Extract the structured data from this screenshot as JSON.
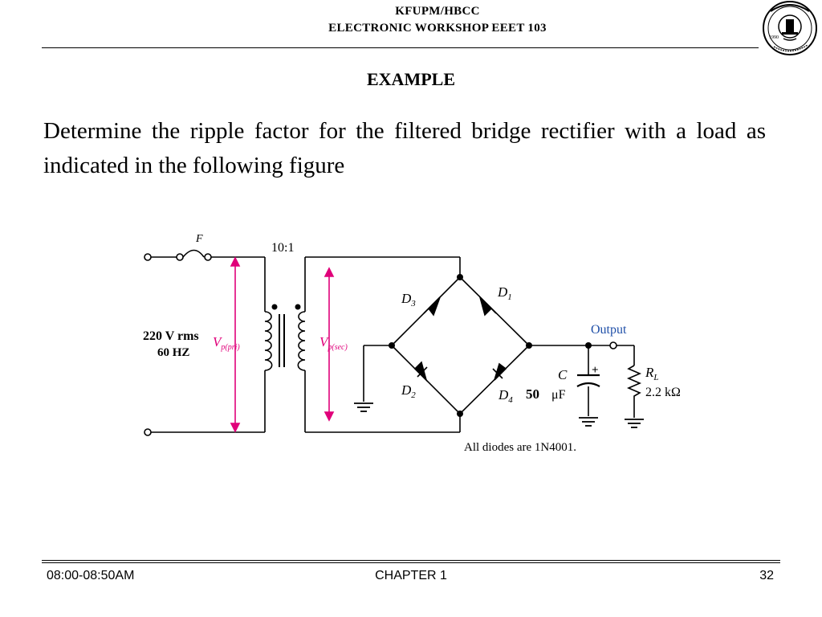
{
  "header": {
    "line1": "KFUPM/HBCC",
    "line2": "ELECTRONIC WORKSHOP EEET 103"
  },
  "logo": {
    "year": "1990",
    "ring_text": "COMMUNITY COLLEGE",
    "icon": "college-seal-icon"
  },
  "title": "EXAMPLE",
  "body_text": "Determine the ripple factor for the filtered bridge rectifier with a load as indicated in the following figure",
  "circuit": {
    "fuse_label": "F",
    "ratio_label": "10:1",
    "source_line1": "220 V rms",
    "source_line2": "60 HZ",
    "vp_pri_main": "V",
    "vp_pri_sub": "p(pri)",
    "vp_sec_main": "V",
    "vp_sec_sub": "p(sec)",
    "d1_main": "D",
    "d1_sub": "1",
    "d2_main": "D",
    "d2_sub": "2",
    "d3_main": "D",
    "d3_sub": "3",
    "d4_main": "D",
    "d4_sub": "4",
    "output_label": "Output",
    "cap_label": "C",
    "cap_plus": "+",
    "cap_value_num": "50",
    "cap_value_unit": "μF",
    "rl_main": "R",
    "rl_sub": "L",
    "rl_value": "2.2 kΩ",
    "note": "All diodes are 1N4001.",
    "colors": {
      "wire": "#000000",
      "voltage_arrow": "#e0007a",
      "output_label": "#1f4fa8"
    }
  },
  "footer": {
    "time": "08:00-08:50AM",
    "chapter": "CHAPTER 1",
    "page": "32"
  }
}
